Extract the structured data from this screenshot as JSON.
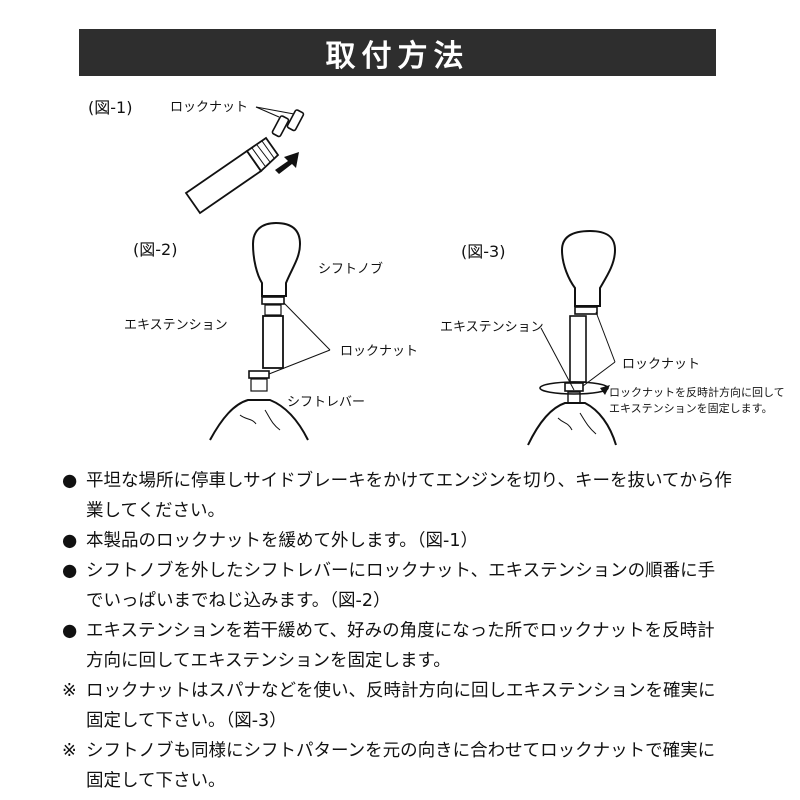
{
  "title": "取付方法",
  "figures": {
    "fig1": {
      "label": "(図-1)",
      "locknut": "ロックナット"
    },
    "fig2": {
      "label": "(図-2)",
      "shift_knob": "シフトノブ",
      "extension": "エキステンション",
      "locknut": "ロックナット",
      "shift_lever": "シフトレバー"
    },
    "fig3": {
      "label": "(図-3)",
      "extension": "エキステンション",
      "locknut": "ロックナット",
      "note_line1": "ロックナットを反時計方向に回して",
      "note_line2": "エキステンションを固定します。"
    }
  },
  "instructions": [
    {
      "mark": "●",
      "text": "平坦な場所に停車しサイドブレーキをかけてエンジンを切り、キーを抜いてから作業してください。"
    },
    {
      "mark": "●",
      "text": "本製品のロックナットを緩めて外します。（図-1）"
    },
    {
      "mark": "●",
      "text": "シフトノブを外したシフトレバーにロックナット、エキステンションの順番に手でいっぱいまでねじ込みます。（図-2）"
    },
    {
      "mark": "●",
      "text": "エキステンションを若干緩めて、好みの角度になった所でロックナットを反時計方向に回してエキステンションを固定します。"
    },
    {
      "mark": "※",
      "text": "ロックナットはスパナなどを使い、反時計方向に回しエキステンションを確実に固定して下さい。（図-3）"
    },
    {
      "mark": "※",
      "text": "シフトノブも同様にシフトパターンを元の向きに合わせてロックナットで確実に固定して下さい。"
    }
  ]
}
